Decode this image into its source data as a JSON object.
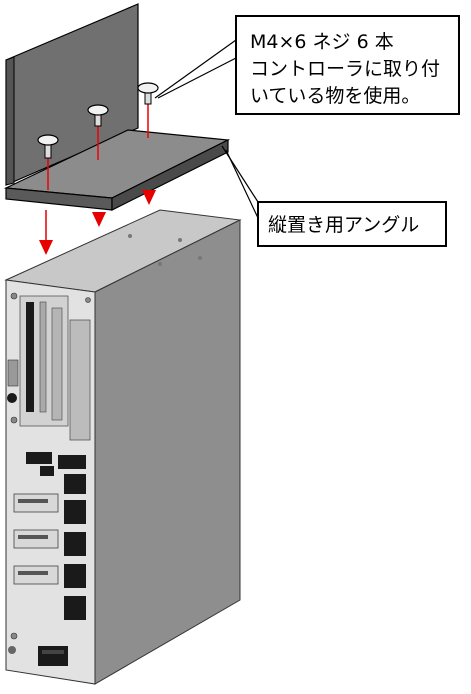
{
  "callouts": {
    "screws": {
      "lines": [
        "M4×6 ネジ 6 本",
        "コントローラに取り付",
        "いている物を使用。"
      ]
    },
    "bracket": {
      "label": "縦置き用アングル"
    }
  },
  "colors": {
    "bracket_top": "#8a8a8a",
    "bracket_front": "#5e5e5e",
    "bracket_back": "#707070",
    "controller_front": "#e3e3e3",
    "controller_top": "#c9c9c9",
    "controller_side": "#8f8f8f",
    "arrow": "#e60000",
    "slot": "#1a1a1a"
  },
  "icons": {
    "screw": "screw-icon",
    "arrow": "arrow-down-icon"
  }
}
